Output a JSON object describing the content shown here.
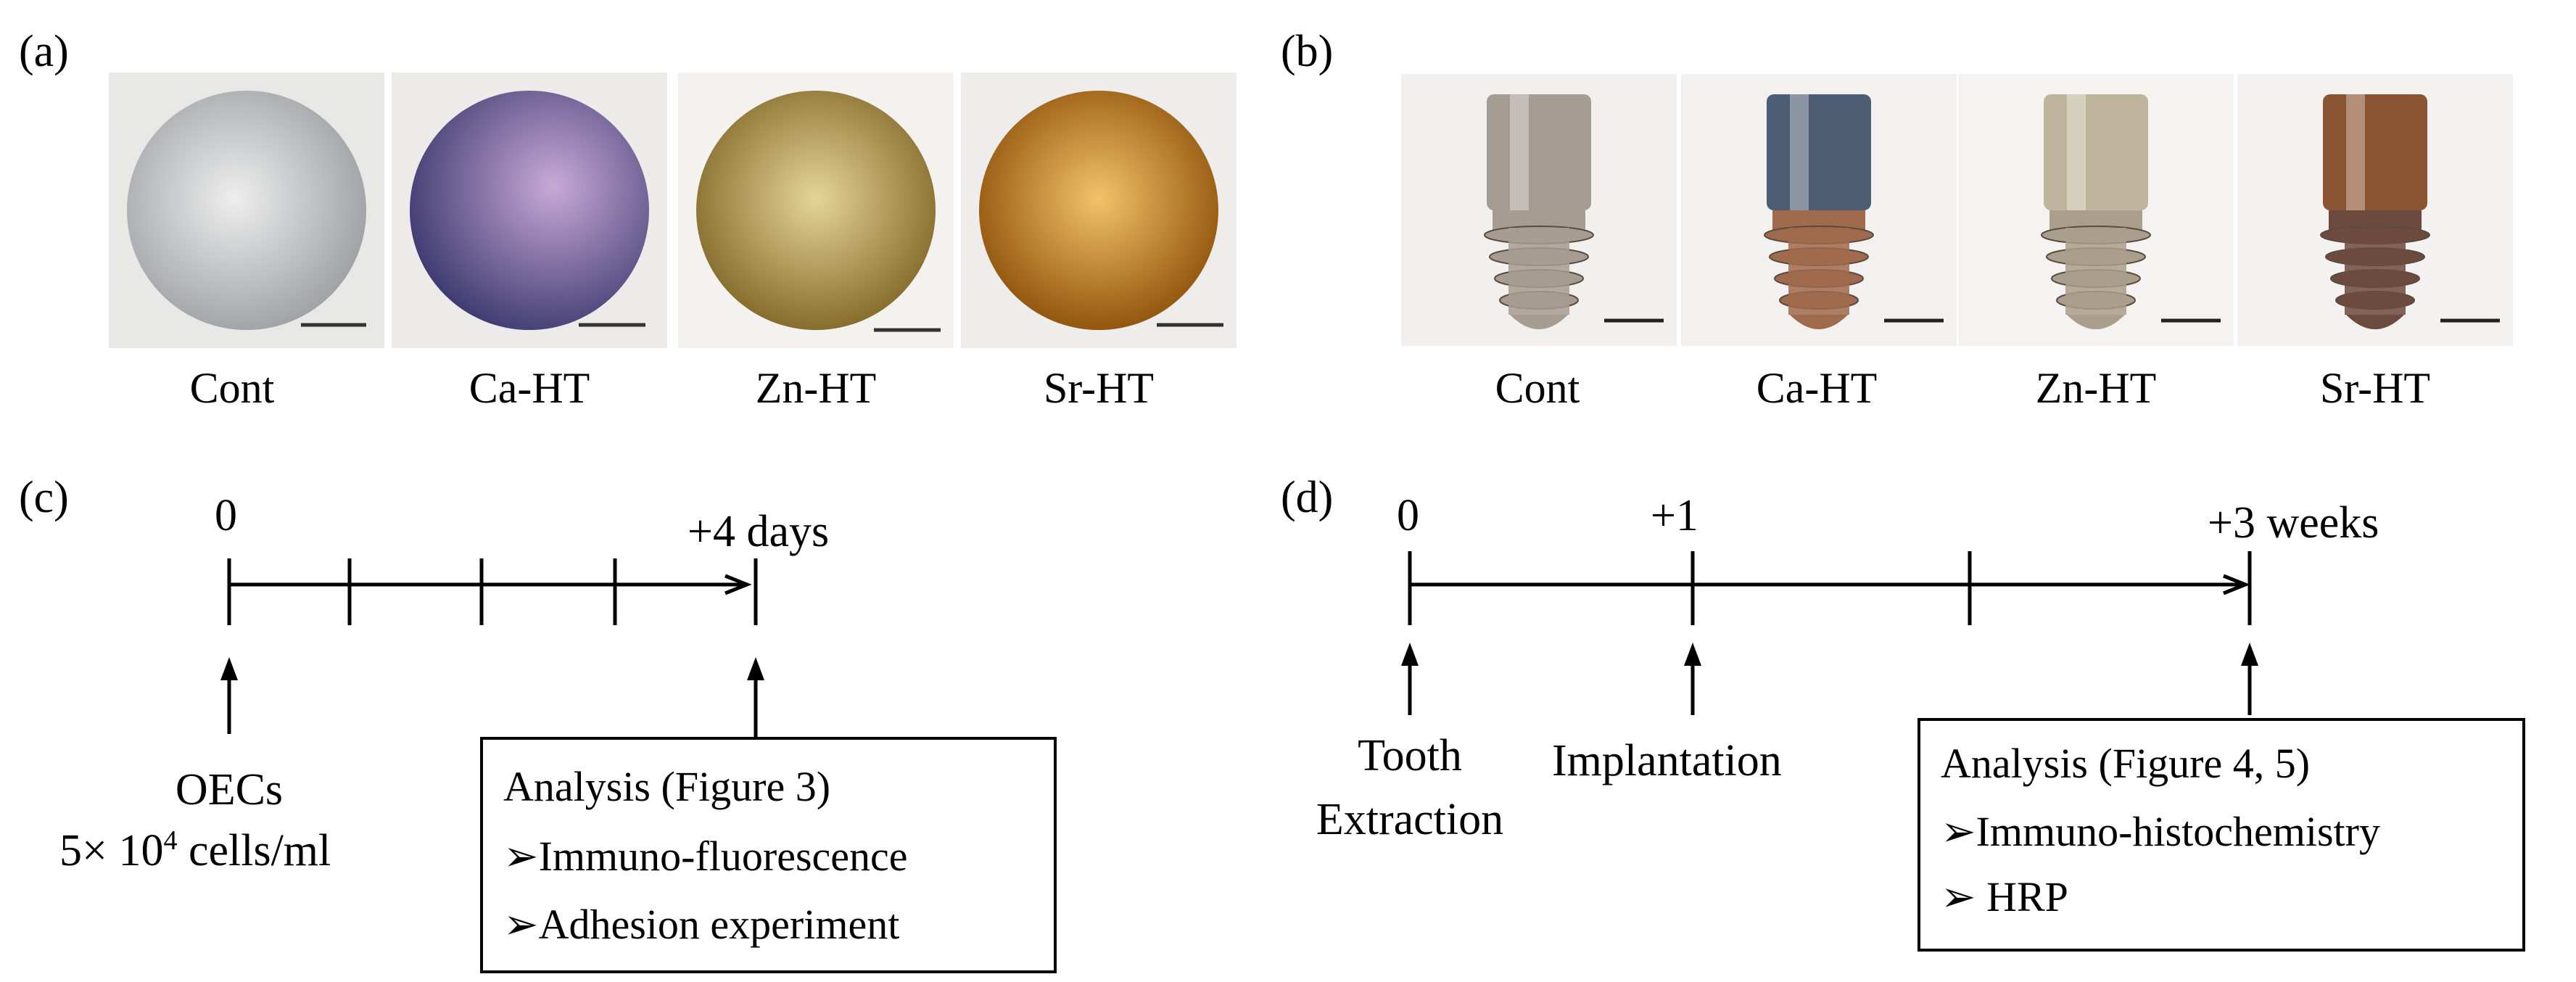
{
  "panel_a": {
    "label": "(a)",
    "items": [
      {
        "caption": "Cont",
        "disc_color": "#c4c6c9"
      },
      {
        "caption": "Ca-HT",
        "disc_color": "#6a5f98"
      },
      {
        "caption": "Zn-HT",
        "disc_color": "#b89a4a"
      },
      {
        "caption": "Sr-HT",
        "disc_color": "#c67c17"
      }
    ]
  },
  "panel_b": {
    "label": "(b)",
    "items": [
      {
        "caption": "Cont",
        "head_color": "#a49b92",
        "thread_color": "#a69c92"
      },
      {
        "caption": "Ca-HT",
        "head_color": "#4d5d73",
        "thread_color": "#a06a4c"
      },
      {
        "caption": "Zn-HT",
        "head_color": "#bfb59c",
        "thread_color": "#aa9e8c"
      },
      {
        "caption": "Sr-HT",
        "head_color": "#8a5332",
        "thread_color": "#6d4a3e"
      }
    ]
  },
  "panel_c": {
    "label": "(c)",
    "start_label": "0",
    "end_label": "+4 days",
    "below_start": [
      "OECs",
      "5× 10",
      "4",
      " cells/ml"
    ],
    "box_lines": [
      "Analysis (Figure 3)",
      "Immuno-fluorescence",
      "Adhesion experiment"
    ]
  },
  "panel_d": {
    "label": "(d)",
    "start_label": "0",
    "mid_label": "+1",
    "end_label": "+3 weeks",
    "below_start": [
      "Tooth",
      "Extraction"
    ],
    "below_mid": "Implantation",
    "box_lines": [
      "Analysis (Figure 4, 5)",
      "Immuno-histochemistry",
      " HRP"
    ]
  },
  "bullet_glyph": "➢"
}
